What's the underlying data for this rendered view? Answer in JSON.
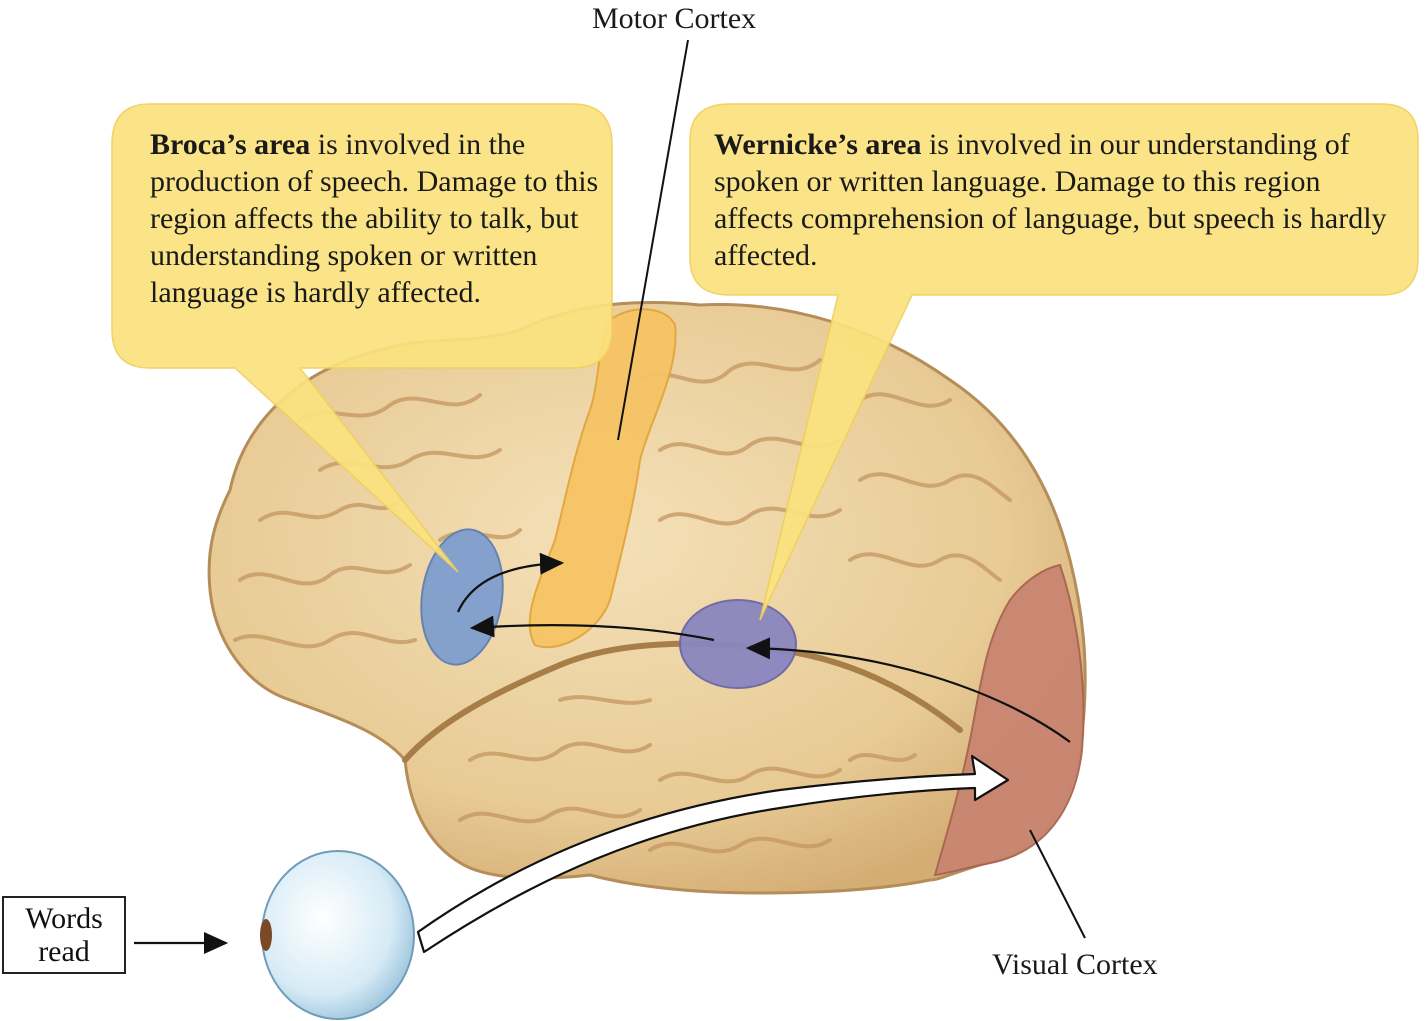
{
  "labels": {
    "motor_cortex": "Motor Cortex",
    "visual_cortex": "Visual Cortex",
    "words_line1": "Words",
    "words_line2": "read"
  },
  "broca": {
    "term": "Broca’s area",
    "text": " is involved in the production of speech. Damage to this region affects the ability to talk, but understanding spoken or written language is hardly affected."
  },
  "wernicke": {
    "term": "Wernicke’s area",
    "text": " is involved in our understanding of spoken or written language. Damage to this region affects comprehension of language, but speech is hardly affected."
  },
  "colors": {
    "callout_fill": "#fbe27e",
    "brain": "#ecd3a2",
    "brain_shadow": "#c9a06b",
    "motor_cortex": "#f7c465",
    "broca": "#7f9fcf",
    "wernicke": "#8a86c0",
    "visual_cortex": "#c98571",
    "eye": "#dceef7"
  }
}
